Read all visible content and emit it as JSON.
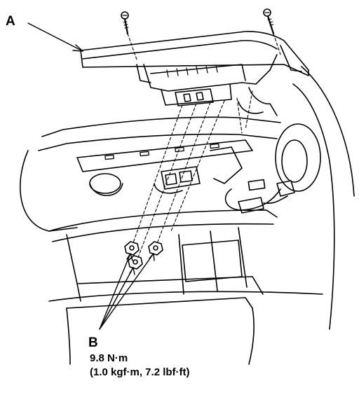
{
  "callouts": {
    "a": "A",
    "b": "B"
  },
  "torque": {
    "nm": "9.8 N·m",
    "alt": "(1.0 kgf·m, 7.2 lbf·ft)"
  },
  "colors": {
    "line": "#000000",
    "background": "#ffffff"
  }
}
